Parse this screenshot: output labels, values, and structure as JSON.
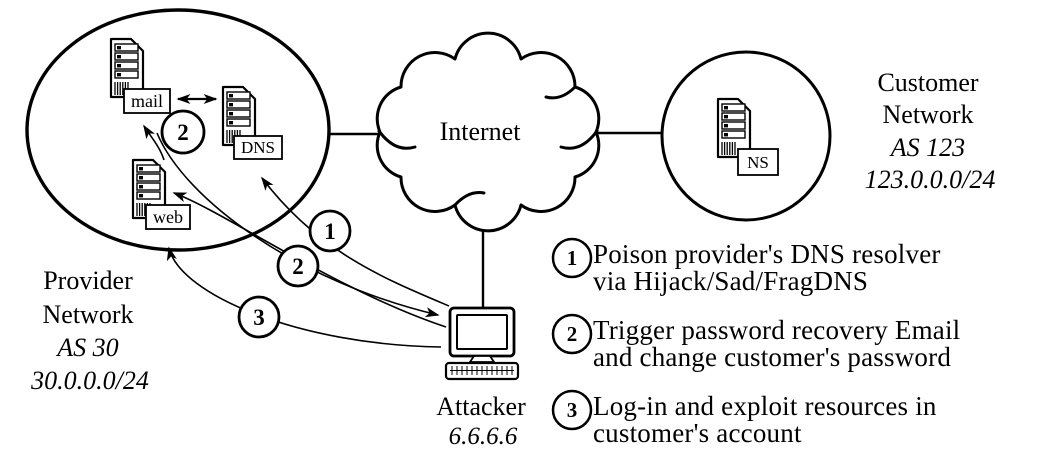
{
  "figure": {
    "provider": {
      "name_line1": "Provider",
      "name_line2": "Network",
      "as_number": "AS 30",
      "prefix": "30.0.0.0/24",
      "mail_label": "mail",
      "dns_label": "DNS",
      "web_label": "web"
    },
    "internet_label": "Internet",
    "customer": {
      "name_line1": "Customer",
      "name_line2": "Network",
      "as_number": "AS 123",
      "prefix": "123.0.0.0/24",
      "ns_label": "NS"
    },
    "attacker": {
      "name": "Attacker",
      "ip": "6.6.6.6"
    },
    "markers": {
      "step1": "1",
      "step2_resolver": "2",
      "step2_flow": "2",
      "step3": "3"
    }
  },
  "legend": {
    "items": [
      {
        "num": "1",
        "line1": "Poison provider's DNS resolver",
        "line2": "via Hijack/Sad/FragDNS"
      },
      {
        "num": "2",
        "line1": "Trigger password recovery Email",
        "line2": "and change customer's password"
      },
      {
        "num": "3",
        "line1": "Log-in and exploit resources in",
        "line2": "customer's account"
      }
    ]
  },
  "colors": {
    "ink": "#000000",
    "paper": "#ffffff"
  }
}
